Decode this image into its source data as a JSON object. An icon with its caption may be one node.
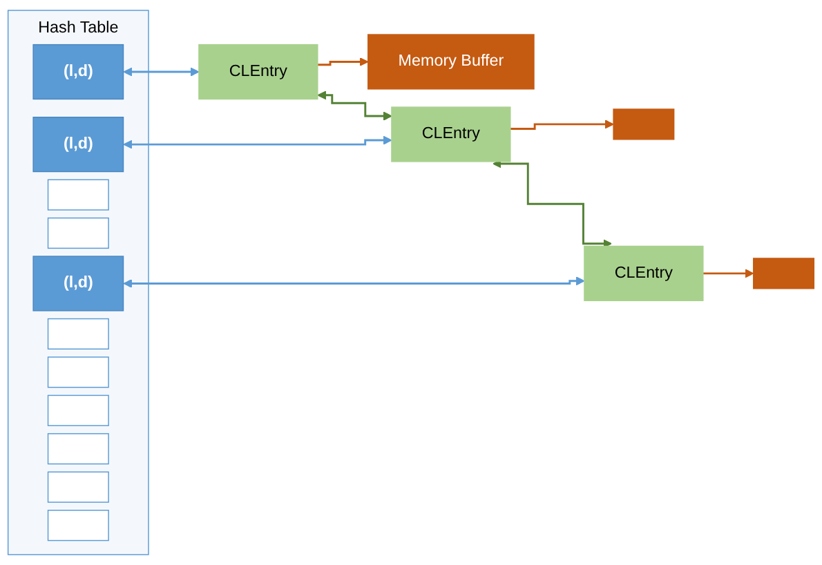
{
  "diagram": {
    "nodes": [
      {
        "text": [
          "Hash Table"
        ]
      },
      {
        "text": [
          "(l,d)"
        ],
        "in": 0
      },
      {
        "text": [
          "(l,d)"
        ],
        "in": 0
      },
      {
        "text": [],
        "shape": "box",
        "in": 0
      },
      {
        "text": [],
        "shape": "box",
        "in": 0
      },
      {
        "text": [
          "(l,d)"
        ],
        "in": 0
      },
      {
        "text": [],
        "shape": "box",
        "in": 0
      },
      {
        "text": [],
        "shape": "box",
        "in": 0
      },
      {
        "text": [],
        "shape": "box",
        "in": 0
      },
      {
        "text": [],
        "shape": "box",
        "in": 0
      },
      {
        "text": [],
        "shape": "box",
        "in": 0
      },
      {
        "text": [],
        "shape": "box",
        "in": 0
      },
      {
        "text": [
          "CLEntry"
        ]
      },
      {
        "text": [
          "CLEntry"
        ]
      },
      {
        "text": [
          "CLEntry"
        ]
      },
      {
        "text": [
          "Memory Buffer"
        ]
      },
      {
        "text": [],
        "shape": "bar"
      },
      {
        "text": [],
        "shape": "bar"
      }
    ],
    "edges": [
      {
        "from": 1,
        "to": 12,
        "arrow": "both",
        "color": "#5b9bd5"
      },
      {
        "from": 2,
        "to": 13,
        "arrow": "both",
        "color": "#5b9bd5"
      },
      {
        "from": 5,
        "to": 14,
        "arrow": "both",
        "color": "#5b9bd5"
      },
      {
        "from": 12,
        "to": 13,
        "arrow": "both",
        "color": "#548235"
      },
      {
        "from": 13,
        "to": 14,
        "arrow": "both",
        "color": "#548235"
      },
      {
        "from": 12,
        "to": 15,
        "arrow": "to",
        "color": "#c55a11"
      },
      {
        "from": 13,
        "to": 16,
        "arrow": "to",
        "color": "#c55a11"
      },
      {
        "from": 14,
        "to": 17,
        "arrow": "to",
        "color": "#c55a11"
      }
    ]
  }
}
